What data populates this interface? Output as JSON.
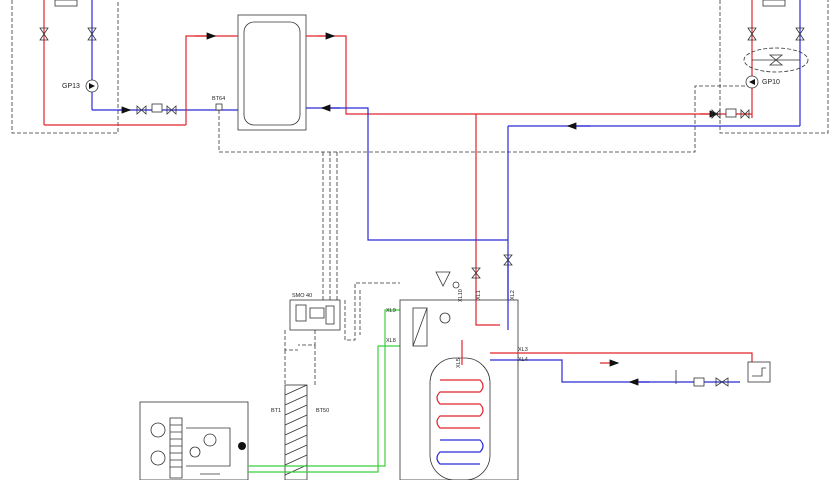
{
  "labels": {
    "gp13": "GP13",
    "gp10": "GP10",
    "bt64": "BT64",
    "smo": "SMO 40",
    "bt1": "BT1",
    "bt50": "BT50",
    "xl9": "XL9",
    "xl8": "XL8",
    "xl10": "XL10",
    "xl1": "XL1",
    "xl2": "XL2",
    "xl3": "XL3",
    "xl4": "XL4",
    "xl5": "XL5"
  },
  "colors": {
    "supply": "#e0242a",
    "return": "#2a2ad6",
    "brine": "#3ccf3c",
    "control": "#333333"
  }
}
